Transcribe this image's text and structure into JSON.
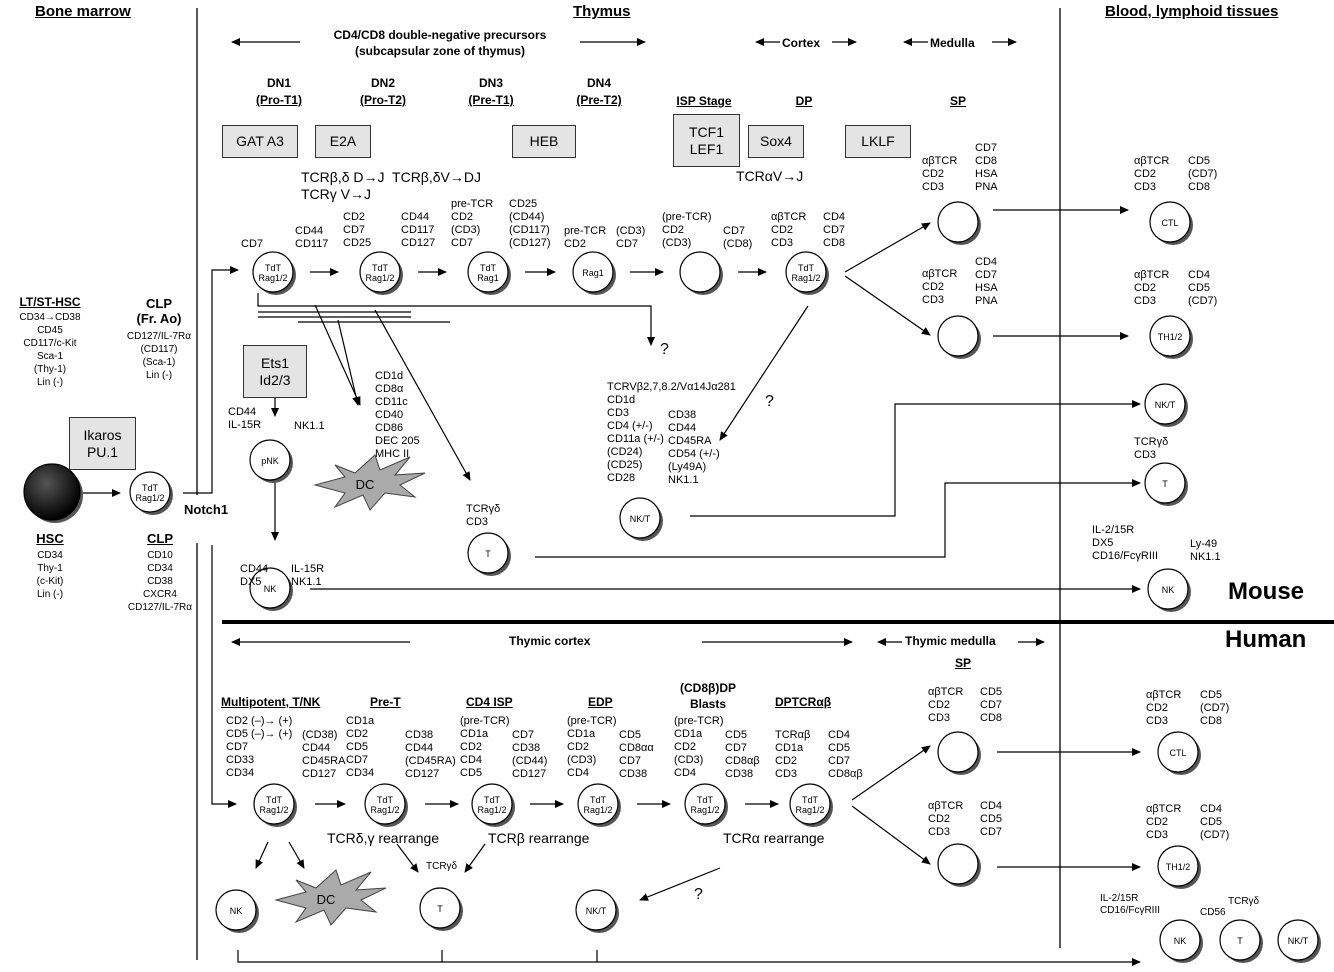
{
  "headers": {
    "bone_marrow": "Bone marrow",
    "thymus": "Thymus",
    "blood": "Blood, lymphoid tissues",
    "dn_precursors": "CD4/CD8 double-negative precursors\n(subcapsular zone of thymus)",
    "cortex": "Cortex",
    "medulla": "Medulla",
    "thymic_cortex": "Thymic cortex",
    "thymic_medulla": "Thymic medulla",
    "mouse": "Mouse",
    "human": "Human",
    "notch1": "Notch1"
  },
  "mouse_stages": {
    "dn1": "DN1",
    "dn1_sub": "(Pro-T1)",
    "dn2": "DN2",
    "dn2_sub": "(Pro-T2)",
    "dn3": "DN3",
    "dn3_sub": "(Pre-T1)",
    "dn4": "DN4",
    "dn4_sub": "(Pre-T2)",
    "isp": "ISP Stage",
    "dp": "DP",
    "sp": "SP"
  },
  "factors": {
    "gata3": "GAT A3",
    "e2a": "E2A",
    "heb": "HEB",
    "tcf1": "TCF1\nLEF1",
    "sox4": "Sox4",
    "lklf": "LKLF",
    "ets1": "Ets1\nId2/3",
    "ikaros": "Ikaros\nPU.1"
  },
  "rearrangements": {
    "m1": "TCRβ,δ D→J  TCRβ,δV→DJ\nTCRγ V→J",
    "m2": "TCRαV→J",
    "h1": "TCRδ,γ rearrange",
    "h2": "TCRβ rearrange",
    "h3": "TCRα rearrange"
  },
  "left": {
    "hsc_title": "LT/ST-HSC",
    "hsc_markers": "CD34→CD38\nCD45\nCD117/c-Kit\nSca-1\n(Thy-1)\nLin (-)",
    "clp_title": "CLP\n(Fr. Ao)",
    "clp_markers": "CD127/IL-7Rα\n(CD117)\n(Sca-1)\nLin (-)",
    "hsc2_title": "HSC",
    "hsc2_markers": "CD34\nThy-1\n(c-Kit)\nLin (-)",
    "clp2_title": "CLP",
    "clp2_markers": "CD10\nCD34\nCD38\nCXCR4\nCD127/IL-7Rα"
  },
  "mouse_markers": {
    "dn1_a": "CD7",
    "dn1_b": "CD44\nCD117",
    "dn2_a": "CD2\nCD7\nCD25",
    "dn2_b": "CD44\nCD117\nCD127",
    "dn3_a": "pre-TCR\nCD2\n(CD3)\nCD7",
    "dn3_b": "CD25\n(CD44)\n(CD117)\n(CD127)",
    "dn4_a": "pre-TCR\nCD2",
    "dn4_b": "(CD3)\nCD7",
    "isp_a": "(pre-TCR)\nCD2\n(CD3)",
    "isp_b": "CD7\n(CD8)",
    "dp_a": "αβTCR\nCD2\nCD3",
    "dp_b": "CD4\nCD7\nCD8",
    "sp1_a": "αβTCR\nCD2\nCD3",
    "sp1_b": "CD7\nCD8\nHSA\nPNA",
    "sp2_a": "αβTCR\nCD2\nCD3",
    "sp2_b": "CD4\nCD7\nHSA\nPNA",
    "ctl_a": "αβTCR\nCD2\nCD3",
    "ctl_b": "CD5\n(CD7)\nCD8",
    "th_a": "αβTCR\nCD2\nCD3",
    "th_b": "CD4\nCD5\n(CD7)",
    "pnk_a": "CD44\nIL-15R",
    "pnk_b": "NK1.1",
    "dc": "CD1d\nCD8α\nCD11c\nCD40\nCD86\nDEC 205\nMHC II",
    "nkt_a": "TCRVβ2,7,8.2/Vα14Jα281\nCD1d\nCD3\nCD4 (+/-)\nCD11a (+/-)\n(CD24)\n(CD25)\nCD28",
    "nkt_b": "CD38\nCD44\nCD45RA\nCD54 (+/-)\n(Ly49A)\nNK1.1",
    "tgd": "TCRγδ\nCD3",
    "nk_a": "CD44\nDX5",
    "nk_b": "IL-15R\nNK1.1",
    "bl_tgd": "TCRγδ\nCD3",
    "bl_nk_a": "IL-2/15R\nDX5\nCD16/FcγRIII",
    "bl_nk_b": "Ly-49\nNK1.1",
    "q1": "?",
    "q2": "?"
  },
  "human_stages": {
    "multi": "Multipotent, T/NK",
    "pret": "Pre-T",
    "cd4isp": "CD4 ISP",
    "edp": "EDP",
    "blasts": "(CD8β)DP\nBlasts",
    "dptcr": "DPTCRαβ",
    "sp": "SP"
  },
  "human_markers": {
    "multi_a": "CD2 (–)→ (+)\nCD5 (–)→ (+)\nCD7\nCD33\nCD34",
    "multi_b": "(CD38)\nCD44\nCD45RA\nCD127",
    "pret_a": "CD1a\nCD2\nCD5\nCD7\nCD34",
    "pret_b": "CD38\nCD44\n(CD45RA)\nCD127",
    "cd4isp_a": "(pre-TCR)\nCD1a\nCD2\nCD4\nCD5",
    "cd4isp_b": "CD7\nCD38\n(CD44)\nCD127",
    "edp_a": "(pre-TCR)\nCD1a\nCD2\n(CD3)\nCD4",
    "edp_b": "CD5\nCD8αα\nCD7\nCD38",
    "bl_a": "(pre-TCR)\nCD1a\nCD2\n(CD3)\nCD4",
    "bl_b": "CD5\nCD7\nCD8αβ\nCD38",
    "dpt_a": "TCRαβ\nCD1a\nCD2\nCD3",
    "dpt_b": "CD4\nCD5\nCD7\nCD8αβ",
    "sp1_a": "αβTCR\nCD2\nCD3",
    "sp1_b": "CD5\nCD7\nCD8",
    "sp2_a": "αβTCR\nCD2\nCD3",
    "sp2_b": "CD4\nCD5\nCD7",
    "ctl_a": "αβTCR\nCD2\nCD3",
    "ctl_b": "CD5\n(CD7)\nCD8",
    "th_a": "αβTCR\nCD2\nCD3",
    "th_b": "CD4\nCD5\n(CD7)",
    "tgd": "TCRγδ",
    "bl_a2": "IL-2/15R\nCD16/FcγRIII",
    "bl_b2": "CD56",
    "bl_tgd": "TCRγδ",
    "q": "?"
  },
  "cells": {
    "tdt_rag12": "TdT\nRag1/2",
    "tdt_rag1": "TdT\nRag1",
    "rag1": "Rag1",
    "pnk": "pNK",
    "nk": "NK",
    "nkt": "NK/T",
    "t": "T",
    "ctl": "CTL",
    "th": "TH1/2",
    "dc": "DC"
  }
}
